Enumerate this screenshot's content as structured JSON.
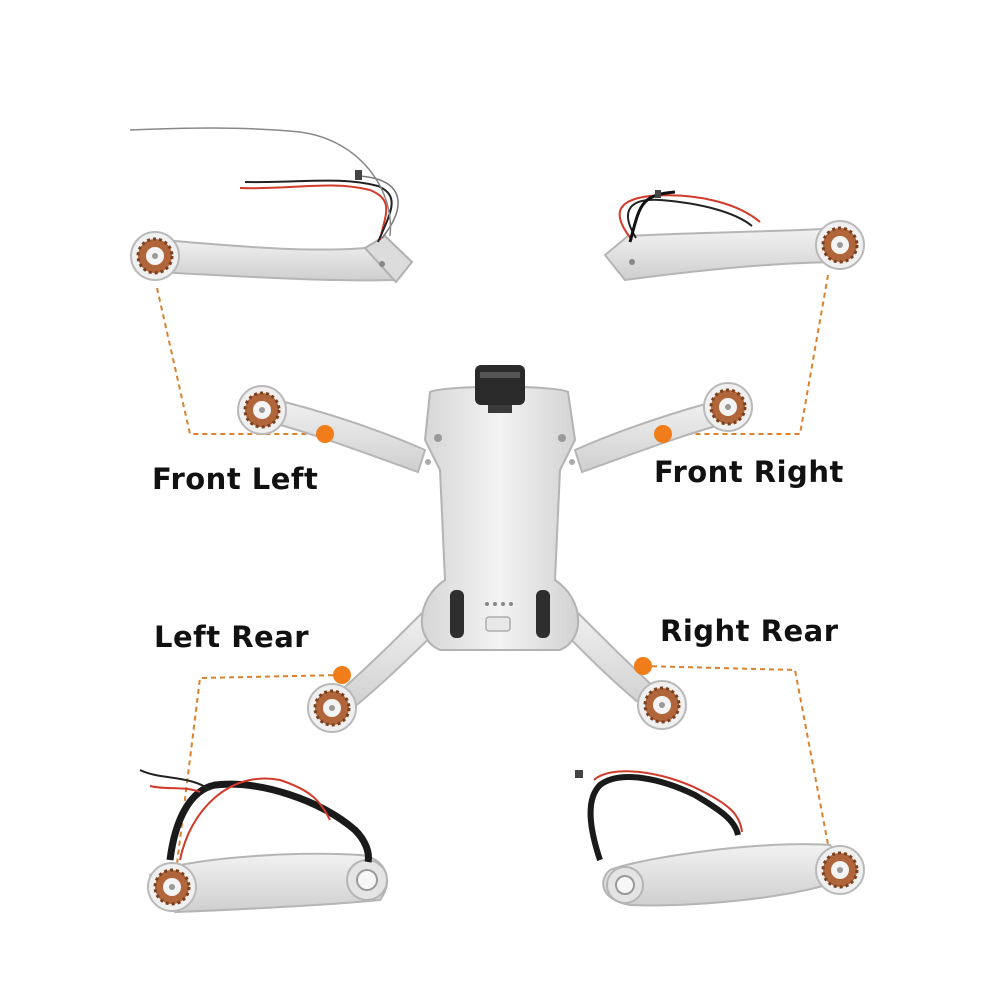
{
  "labels": {
    "front_left": "Front Left",
    "front_right": "Front Right",
    "left_rear": "Left Rear",
    "right_rear": "Right Rear"
  },
  "colors": {
    "arm": "#e6e6e6",
    "arm_shadow": "#c9c9c9",
    "motor_copper": "#b0653a",
    "leader_line": "#d9822b",
    "marker_dot": "#f07d1a",
    "wire_red": "#d23a2a",
    "wire_dark": "#222222",
    "cable_black": "#1a1a1a"
  },
  "icons": {
    "motor": "motor-icon",
    "marker": "marker-dot-icon"
  }
}
